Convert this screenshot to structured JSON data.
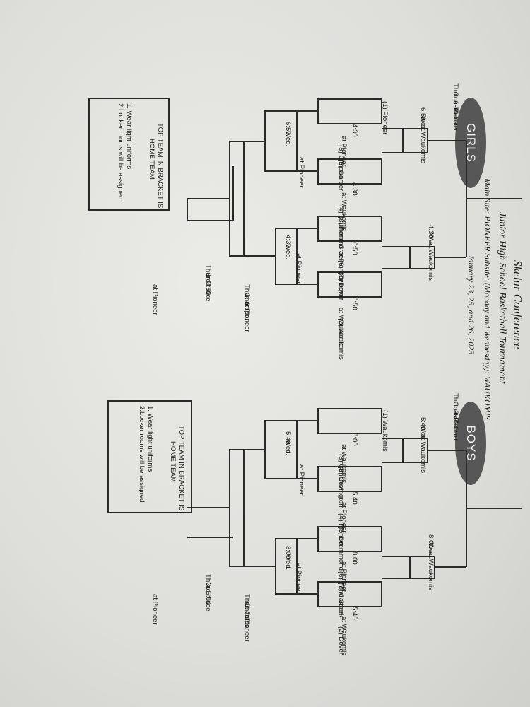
{
  "header": {
    "title": "Skelur Conference",
    "subtitle": "Junior High School Basketball Tournament",
    "sites": "Main Site: PIONEER      Subsite: (Monday and Wednesday): WAUKOMIS",
    "dates": "January 23, 25, and 26, 2023"
  },
  "girls": {
    "label": "GIRLS",
    "seeds": [
      "(1) Pioneer",
      "(8) Cimarron",
      "(5) Garber",
      "(4) Drummond",
      "(3) Pond Creek",
      "(6)  Covington",
      "(7) Dover",
      "(2)  Waukomis"
    ],
    "r1_times": [
      "4:30",
      "4:30",
      "6:50",
      "6:50"
    ],
    "r1_sites": [
      "at Pioneer",
      "at Waukomis",
      "at Pioneer",
      "at Waukomis"
    ],
    "semis": [
      {
        "time": "6:50",
        "day": "Wed.",
        "site": "at Pioneer"
      },
      {
        "time": "4:30",
        "day": "Wed.",
        "site": "at Pioneer"
      }
    ],
    "consolation_semis": [
      {
        "time": "6:50",
        "day": "Wed.",
        "site": "at Waukomis"
      },
      {
        "time": "4:30",
        "day": "Wed.",
        "site": "at Waukomis"
      }
    ],
    "consolation": {
      "time": "Thur. 1:30",
      "label": "Consolation",
      "site": "at Pioneer"
    },
    "champs": {
      "time": "Thur. 6:10",
      "label": "Champs.",
      "site": "at Pioneer"
    },
    "third": {
      "time": "Thur. 3:50",
      "label": "3rd Place",
      "site": "at Pioneer"
    },
    "notes": {
      "head1": "TOP TEAM IN BRACKET IS",
      "head2": "HOME TEAM",
      "item1": "1. Wear light uniforms",
      "item2": "2.Locker rooms will be assigned"
    }
  },
  "boys": {
    "label": "BOYS",
    "seeds": [
      "(1) Waukomis",
      "(8)  Cimarron",
      "(5)  Covington",
      "(4)  Pioneer",
      "(3) Drummond",
      "(6)  Pond Creek",
      "(7)  Garber",
      "(2) Dover"
    ],
    "r1_times": [
      "8:00",
      "5:40",
      "8:00",
      "5:40"
    ],
    "r1_sites": [
      "at Waukomis",
      "at Pioneer",
      "at Pioneer",
      "at Waukomis"
    ],
    "semis": [
      {
        "time": "5:40",
        "day": "Wed.",
        "site": "at Pioneer"
      },
      {
        "time": "8:00",
        "day": "Wed.",
        "site": "at Pioneer"
      }
    ],
    "consolation_semis": [
      {
        "time": "5:40",
        "day": "Wed.",
        "site": "at Waukomis"
      },
      {
        "time": "8:00",
        "day": "Wed.",
        "site": "at Waukomis"
      }
    ],
    "consolation": {
      "time": "Thur. 2:40",
      "label": "Consolation",
      "site": "at Pioneer"
    },
    "champs": {
      "time": "Thur. 7:20",
      "label": "Champs.",
      "site": "at Pioneer"
    },
    "third": {
      "time": "Thur. 5:00",
      "label": "3rd Place",
      "site": "at Pioneer"
    },
    "notes": {
      "head1": "TOP TEAM IN BRACKET IS",
      "head2": "HOME TEAM",
      "item1": "1. Wear light uniforms",
      "item2": "2.Locker rooms will be assigned"
    }
  }
}
